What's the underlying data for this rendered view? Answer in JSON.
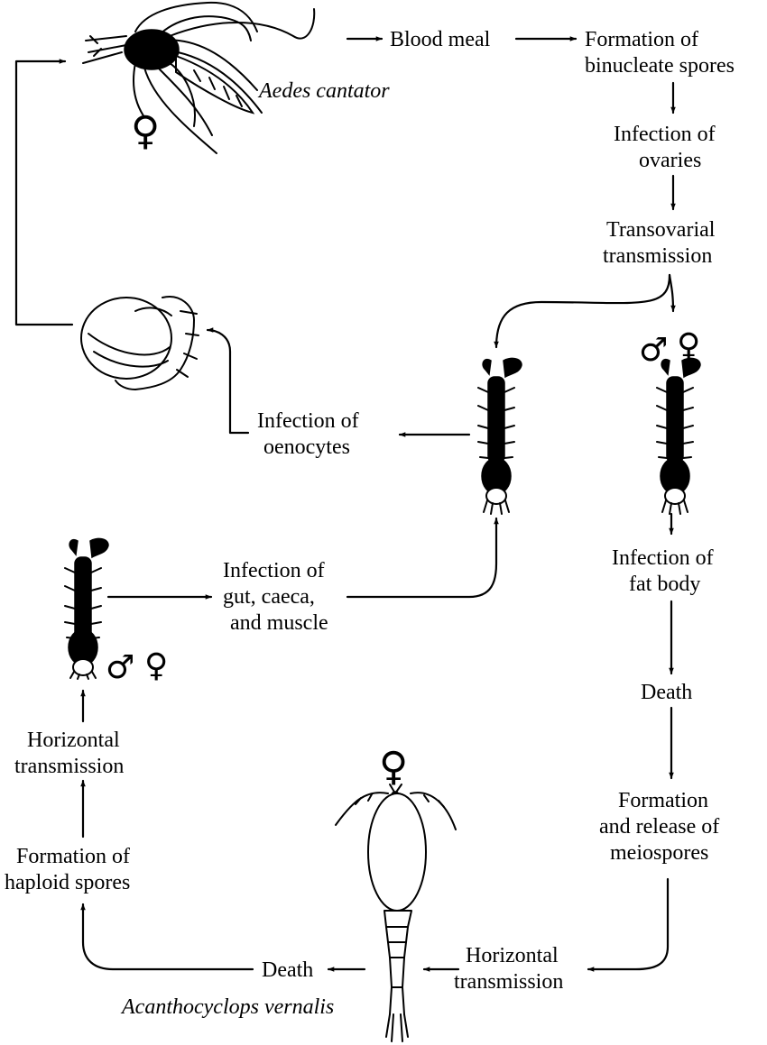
{
  "organisms": {
    "mosquito": "Aedes cantator",
    "copepod": "Acanthocyclops vernalis"
  },
  "nodes": {
    "blood_meal": "Blood meal",
    "binucleate_1": "Formation of",
    "binucleate_2": "binucleate spores",
    "ovaries_1": "Infection of",
    "ovaries_2": "ovaries",
    "transovarial_1": "Transovarial",
    "transovarial_2": "transmission",
    "oenocytes_1": "Infection of",
    "oenocytes_2": "oenocytes",
    "gut_1": "Infection of",
    "gut_2": "gut, caeca,",
    "gut_3": "and muscle",
    "fatbody_1": "Infection of",
    "fatbody_2": "fat body",
    "death_right": "Death",
    "meiospores_1": "Formation",
    "meiospores_2": "and release of",
    "meiospores_3": "meiospores",
    "horiz_bottom_1": "Horizontal",
    "horiz_bottom_2": "transmission",
    "death_bottom": "Death",
    "haploid_1": "Formation of",
    "haploid_2": "haploid spores",
    "horiz_left_1": "Horizontal",
    "horiz_left_2": "transmission"
  },
  "symbols": {
    "female": "♀",
    "male": "♂"
  }
}
